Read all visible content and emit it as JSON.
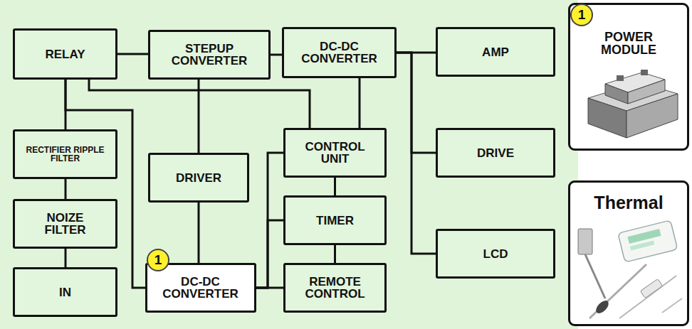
{
  "diagram": {
    "nodes": [
      {
        "text": [
          "RELAY"
        ]
      },
      {
        "text": [
          "STEPUP CONVERTER"
        ]
      },
      {
        "text": [
          "DC-DC CONVERTER"
        ]
      },
      {
        "text": [
          "AMP"
        ]
      },
      {
        "text": [
          "POWER MODULE"
        ]
      },
      {
        "text": [
          "RECTIFIER RIPPLE FILTER"
        ]
      },
      {
        "text": [
          "CONTROL UNIT"
        ]
      },
      {
        "text": [
          "DRIVE"
        ]
      },
      {
        "text": [
          "DRIVER"
        ]
      },
      {
        "text": [
          "Thermal"
        ]
      },
      {
        "text": [
          "NOIZE FILTER"
        ]
      },
      {
        "text": [
          "TIMER"
        ]
      },
      {
        "text": [
          "LCD"
        ]
      },
      {
        "text": [
          "IN"
        ]
      },
      {
        "text": [
          "DC-DC CONVERTER"
        ]
      },
      {
        "text": [
          "REMOTE CONTROL"
        ]
      }
    ],
    "edges": [
      {
        "from": 0,
        "to": 1,
        "arrow": "none"
      },
      {
        "from": 1,
        "to": 2,
        "arrow": "none"
      },
      {
        "from": 2,
        "to": 3,
        "arrow": "none"
      },
      {
        "from": 2,
        "to": 7,
        "arrow": "none"
      },
      {
        "from": 2,
        "to": 12,
        "arrow": "none"
      },
      {
        "from": 0,
        "to": 6,
        "arrow": "none"
      },
      {
        "from": 1,
        "to": 8,
        "arrow": "none"
      },
      {
        "from": 2,
        "to": 6,
        "arrow": "none"
      },
      {
        "from": 0,
        "to": 5,
        "arrow": "none"
      },
      {
        "from": 0,
        "to": 14,
        "arrow": "none"
      },
      {
        "from": 5,
        "to": 10,
        "arrow": "none"
      },
      {
        "from": 10,
        "to": 13,
        "arrow": "none"
      },
      {
        "from": 8,
        "to": 14,
        "arrow": "none"
      },
      {
        "from": 14,
        "to": 15,
        "arrow": "none"
      },
      {
        "from": 14,
        "to": 6,
        "arrow": "none"
      },
      {
        "from": 14,
        "to": 11,
        "arrow": "none"
      },
      {
        "from": 6,
        "to": 11,
        "arrow": "none"
      },
      {
        "from": 11,
        "to": 15,
        "arrow": "none"
      }
    ],
    "labels": [
      "1",
      "1"
    ]
  }
}
